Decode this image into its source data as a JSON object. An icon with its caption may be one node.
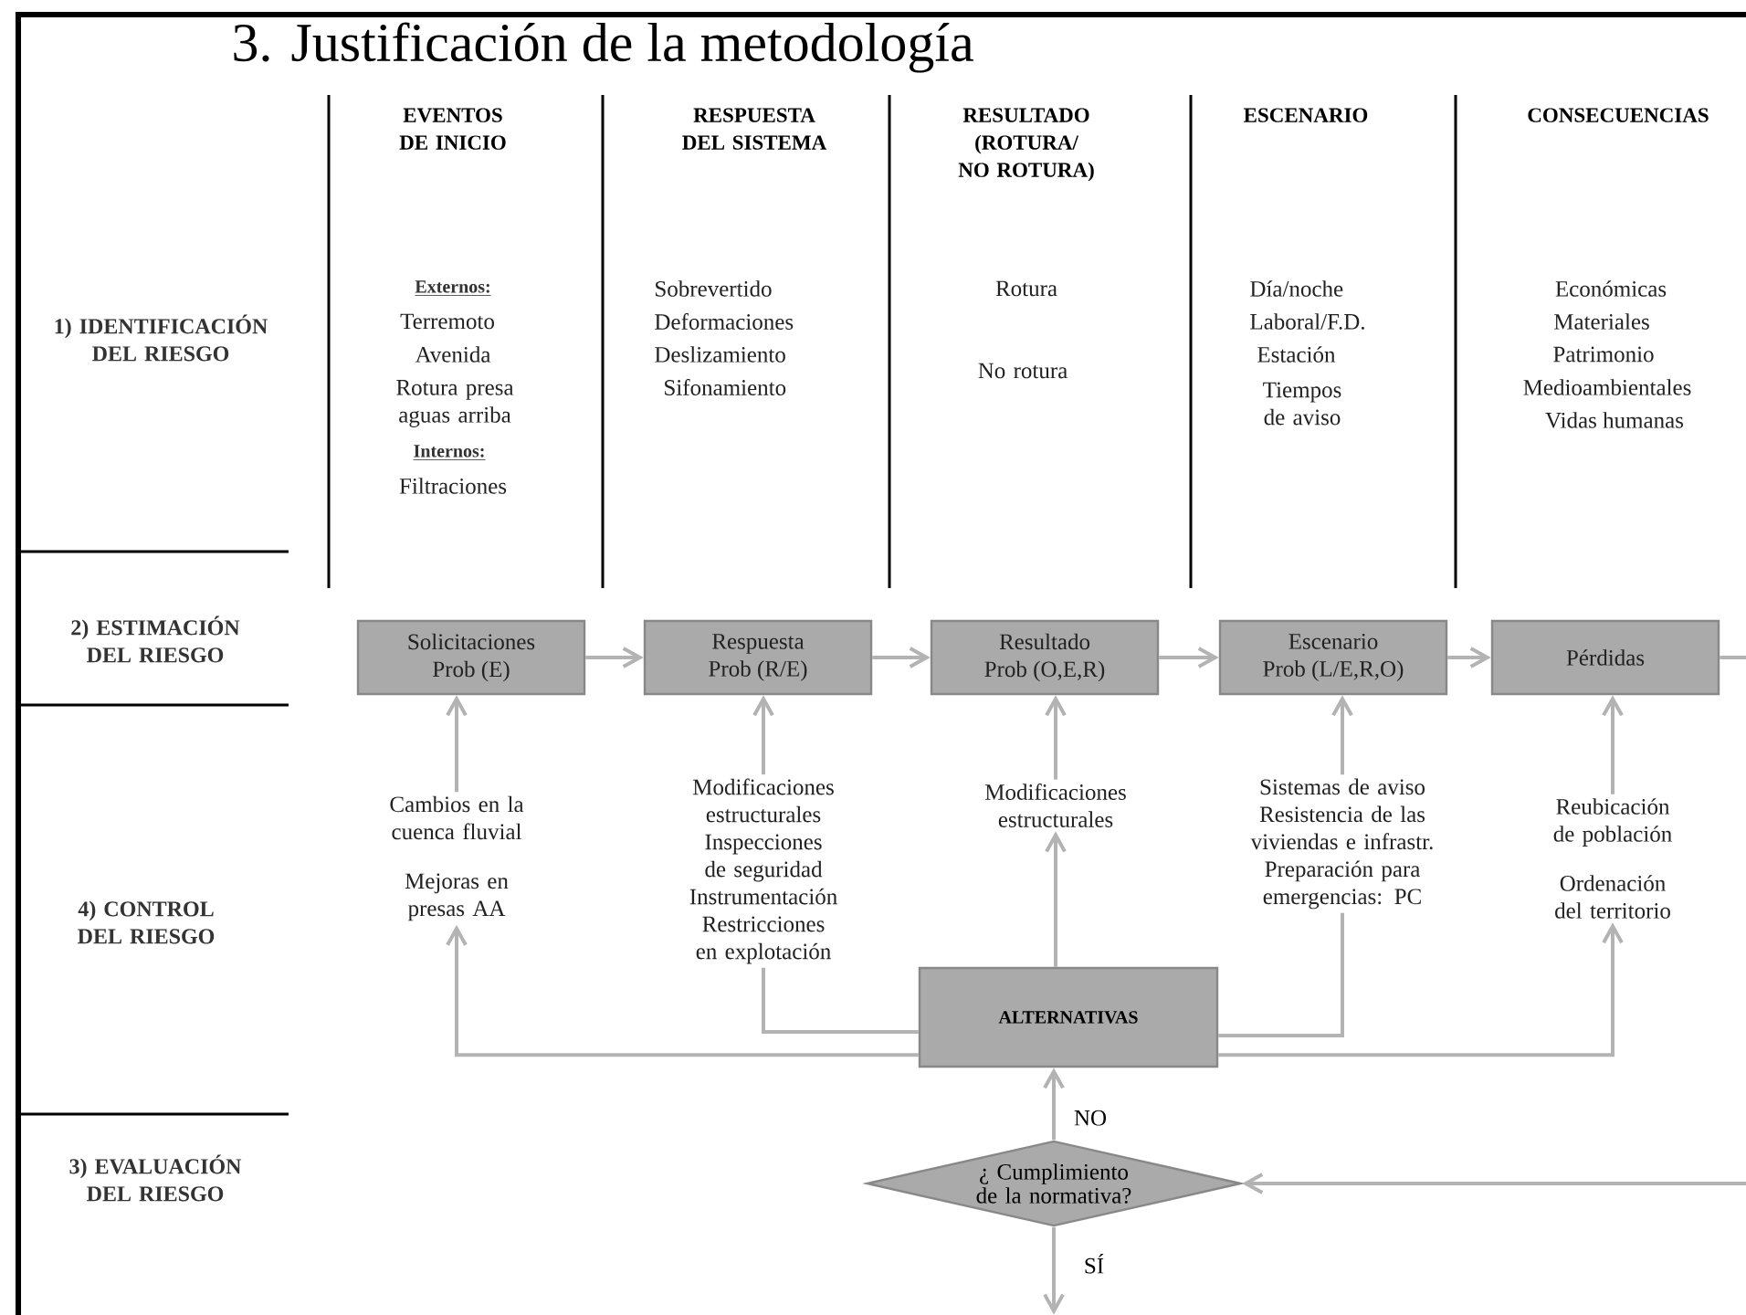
{
  "diagram": {
    "title": "3. Justificación de la metodología",
    "nodes": [
      {
        "text": [
          "Solicitaciones",
          "Prob (E)"
        ]
      },
      {
        "text": [
          "Respuesta",
          "Prob (R/E)"
        ]
      },
      {
        "text": [
          "Resultado",
          "Prob (O,E,R)"
        ]
      },
      {
        "text": [
          "Escenario",
          "Prob (L/E,R,O)"
        ]
      },
      {
        "text": [
          "Pérdidas"
        ]
      },
      {
        "text": [
          "Cambios en la cuenca fluvial",
          "Mejoras en presas AA"
        ]
      },
      {
        "text": [
          "Modificaciones estructurales",
          "Inspecciones de seguridad",
          "Instrumentación",
          "Restricciones en explotación"
        ]
      },
      {
        "text": [
          "Modificaciones estructurales"
        ]
      },
      {
        "text": [
          "Sistemas de aviso",
          "Resistencia de las viviendas e infrastr.",
          "Preparación para emergencias: PC"
        ]
      },
      {
        "text": [
          "Reubicación de población",
          "Ordenación del territorio"
        ]
      },
      {
        "text": [
          "ALTERNATIVAS"
        ]
      },
      {
        "text": [
          "¿ Cumplimiento de la normativa?"
        ]
      }
    ],
    "edges": [
      {
        "from": 0,
        "to": 1,
        "arrow": "to"
      },
      {
        "from": 1,
        "to": 2,
        "arrow": "to"
      },
      {
        "from": 2,
        "to": 3,
        "arrow": "to"
      },
      {
        "from": 3,
        "to": 4,
        "arrow": "to"
      },
      {
        "from": 4,
        "to": null,
        "arrow": "none"
      },
      {
        "from": 5,
        "to": 0,
        "arrow": "to"
      },
      {
        "from": 6,
        "to": 1,
        "arrow": "to"
      },
      {
        "from": 7,
        "to": 2,
        "arrow": "to"
      },
      {
        "from": 8,
        "to": 3,
        "arrow": "to"
      },
      {
        "from": 9,
        "to": 4,
        "arrow": "to"
      },
      {
        "from": 10,
        "to": 5,
        "arrow": "to"
      },
      {
        "from": 6,
        "to": 10,
        "arrow": "none"
      },
      {
        "from": 10,
        "to": 7,
        "arrow": "to"
      },
      {
        "from": 8,
        "to": 10,
        "arrow": "none"
      },
      {
        "from": 10,
        "to": 9,
        "arrow": "to"
      },
      {
        "from": 11,
        "to": 10,
        "arrow": "to",
        "label": "NO"
      },
      {
        "from": 11,
        "to": null,
        "arrow": "to",
        "label": "SÍ"
      },
      {
        "from": null,
        "to": 11,
        "arrow": "to"
      }
    ],
    "labels": [
      "EVENTOS DE INICIO",
      "RESPUESTA DEL SISTEMA",
      "RESULTADO (ROTURA/ NO ROTURA)",
      "ESCENARIO",
      "CONSECUENCIAS",
      "1) IDENTIFICACIÓN DEL RIESGO",
      "Externos:",
      "Terremoto",
      "Avenida",
      "Rotura presa aguas arriba",
      "Internos:",
      "Filtraciones",
      "Sobrevertido",
      "Deformaciones",
      "Deslizamiento",
      "Sifonamiento",
      "Rotura",
      "No rotura",
      "Día/noche",
      "Laboral/F.D.",
      "Estación",
      "Tiempos de aviso",
      "Económicas",
      "Materiales",
      "Patrimonio",
      "Medioambientales",
      "Vidas humanas",
      "2) ESTIMACIÓN DEL RIESGO",
      "4) CONTROL DEL RIESGO",
      "3) EVALUACIÓN DEL RIESGO"
    ]
  }
}
